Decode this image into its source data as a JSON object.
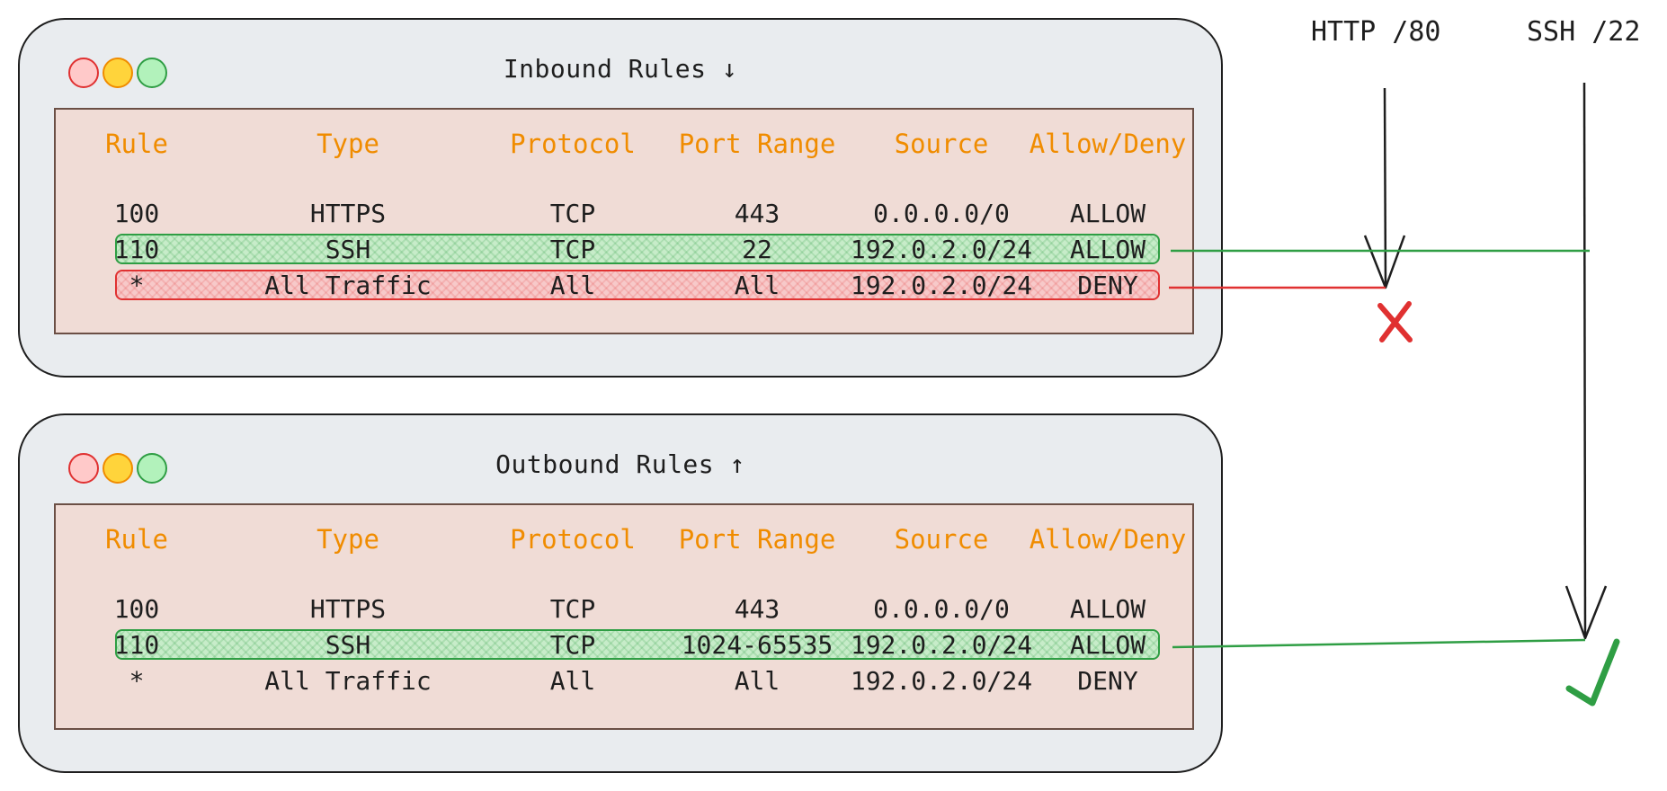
{
  "columns": [
    "Rule",
    "Type",
    "Protocol",
    "Port Range",
    "Source",
    "Allow/Deny"
  ],
  "inbound": {
    "title": "Inbound Rules ↓",
    "rows": [
      [
        "100",
        "HTTPS",
        "TCP",
        "443",
        "0.0.0.0/0",
        "ALLOW"
      ],
      [
        "110",
        "SSH",
        "TCP",
        "22",
        "192.0.2.0/24",
        "ALLOW"
      ],
      [
        "*",
        "All Traffic",
        "All",
        "All",
        "192.0.2.0/24",
        "DENY"
      ]
    ]
  },
  "outbound": {
    "title": "Outbound Rules ↑",
    "rows": [
      [
        "100",
        "HTTPS",
        "TCP",
        "443",
        "0.0.0.0/0",
        "ALLOW"
      ],
      [
        "110",
        "SSH",
        "TCP",
        "1024-65535",
        "192.0.2.0/24",
        "ALLOW"
      ],
      [
        "*",
        "All Traffic",
        "All",
        "All",
        "192.0.2.0/24",
        "DENY"
      ]
    ]
  },
  "traffic": {
    "http_label": "HTTP /80",
    "ssh_label": "SSH /22"
  },
  "colors": {
    "header_text": "#f08c00",
    "allow": "#2f9e44",
    "deny": "#e03131",
    "window_bg": "#e9ecef",
    "panel_bg": "#f0dcd6"
  },
  "icons": {
    "blocked": "cross-mark-icon",
    "passed": "check-mark-icon"
  }
}
